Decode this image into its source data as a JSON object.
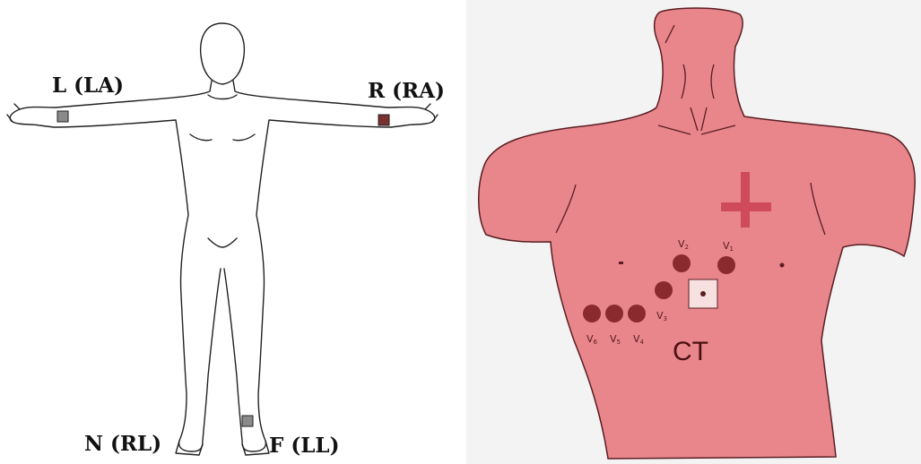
{
  "limb_leads": {
    "left_arm": "L (LA)",
    "right_arm": "R (RA)",
    "right_leg": "N (RL)",
    "left_leg": "F (LL)"
  },
  "chest_leads": [
    {
      "main": "V",
      "sub": "1"
    },
    {
      "main": "V",
      "sub": "2"
    },
    {
      "main": "V",
      "sub": "3"
    },
    {
      "main": "V",
      "sub": "4"
    },
    {
      "main": "V",
      "sub": "5"
    },
    {
      "main": "V",
      "sub": "6"
    }
  ],
  "center_label": "CT",
  "colors": {
    "torso_fill": "#e8868c",
    "torso_stroke": "#5a1e22",
    "electrode": "#8a2a2e",
    "cross": "#cf4a5a",
    "background_right": "#f3f3f3",
    "line": "#222222"
  }
}
